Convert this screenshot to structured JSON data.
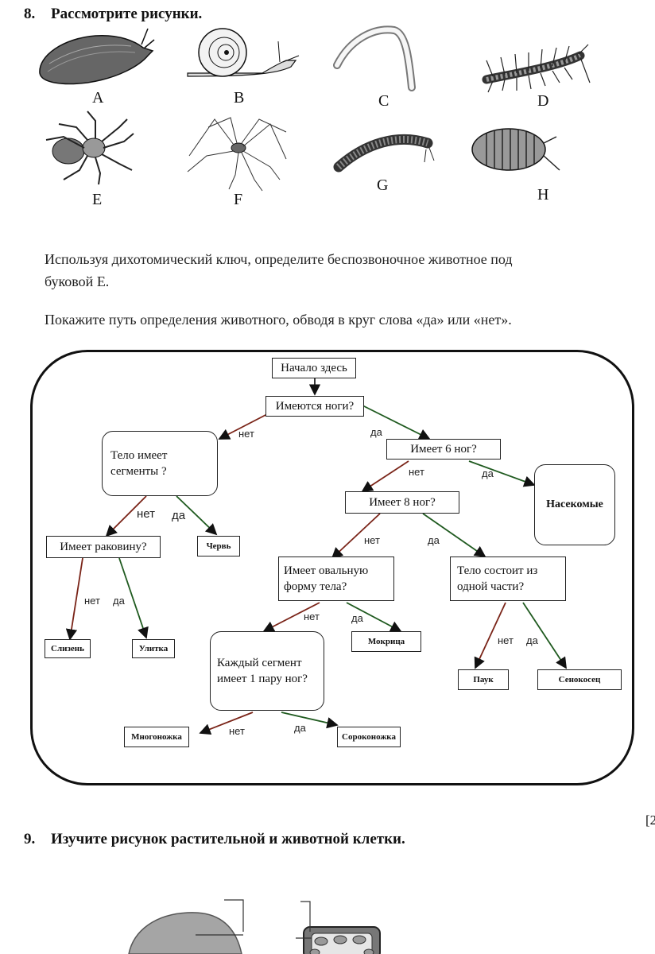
{
  "q8": {
    "number": "8.",
    "title": "Рассмотрите рисунки.",
    "animals": [
      {
        "letter": "A",
        "icon": "slug-icon"
      },
      {
        "letter": "B",
        "icon": "snail-icon"
      },
      {
        "letter": "C",
        "icon": "worm-icon"
      },
      {
        "letter": "D",
        "icon": "centipede-icon"
      },
      {
        "letter": "E",
        "icon": "spider-icon"
      },
      {
        "letter": "F",
        "icon": "harvestman-icon"
      },
      {
        "letter": "G",
        "icon": "millipede-icon"
      },
      {
        "letter": "H",
        "icon": "woodlouse-icon"
      }
    ],
    "instruction1_line1": "Используя дихотомический ключ, определите беспозвоночное животное под",
    "instruction1_line2": "буковой Е.",
    "instruction2": "Покажите путь определения животного, обводя в круг слова «да» или «нет»."
  },
  "key": {
    "start": "Начало здесь",
    "has_legs": "Имеются ноги?",
    "segments_line1": "Тело имеет",
    "segments_line2": "сегменты ?",
    "six_legs": "Имеет 6 ног?",
    "insects": "Насекомые",
    "eight_legs": "Имеет 8 ног?",
    "shell": "Имеет раковину?",
    "worm": "Червь",
    "oval_line1": "Имеет овальную",
    "oval_line2": "форму тела?",
    "one_part_line1": "Тело состоит из",
    "one_part_line2": "одной части?",
    "slug": "Слизень",
    "snail": "Улитка",
    "woodlouse": "Мокрица",
    "pair_line1": "Каждый сегмент",
    "pair_line2": "имеет 1 пару ног?",
    "spider": "Паук",
    "harvestman": "Сенокосец",
    "millipede": "Многоножка",
    "centipede": "Сороконожка",
    "yes": "да",
    "no": "нет"
  },
  "q9": {
    "number": "9.",
    "title": "Изучите рисунок растительной и животной клетки.",
    "margin_mark": "[2"
  }
}
